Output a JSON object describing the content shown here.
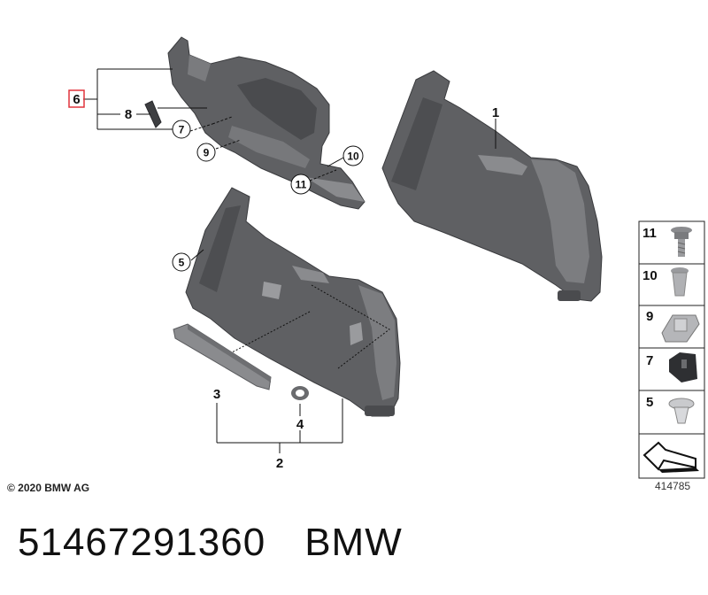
{
  "callouts": {
    "c1": "1",
    "c2": "2",
    "c3": "3",
    "c4": "4",
    "c5": "5",
    "c6": "6",
    "c7": "7",
    "c8": "8",
    "c9": "9",
    "c10": "10",
    "c11": "11"
  },
  "side_legend": [
    "11",
    "10",
    "9",
    "7",
    "5"
  ],
  "copyright": "© 2020 BMW AG",
  "diagram_id": "414785",
  "part_number": "51467291360",
  "brand": "BMW",
  "colors": {
    "part_fill": "#5f6063",
    "part_dark": "#3f4043",
    "part_light": "#8a8b8e",
    "highlight": "#e0343c"
  }
}
